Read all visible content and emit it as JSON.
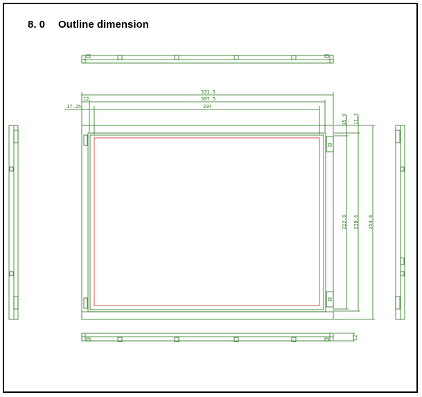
{
  "section": {
    "number": "8. 0",
    "title": "Outline dimension"
  },
  "drawing": {
    "line_color": "#1f6e12",
    "active_area_color": "#d62020",
    "dimensions": {
      "overall_width": "331.5",
      "bezel_width": "307.5",
      "active_width": "297",
      "left_offset": "17.25",
      "bezel_margin": "12",
      "top_offset": "15.9",
      "top_margin": "11.1",
      "active_height": "222.8",
      "bezel_height": "230.6",
      "overall_height": "254.6",
      "thickness": "12"
    }
  }
}
